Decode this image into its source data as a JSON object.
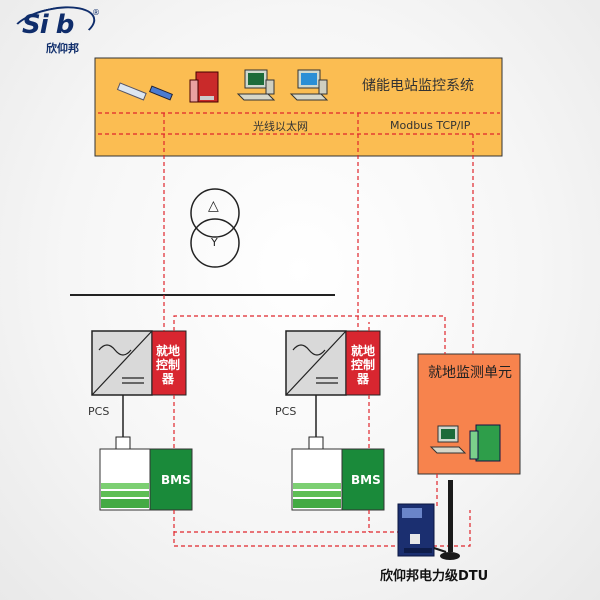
{
  "logo": {
    "brand": "Si  b",
    "sub": "欣仰邦",
    "reg": "®"
  },
  "system": {
    "title": "储能电站监控系统",
    "fiber_label": "光线以太网",
    "modbus_label": "Modbus TCP/IP"
  },
  "transformer": {
    "top_symbol": "△",
    "bottom_symbol": "Y"
  },
  "units": [
    {
      "pcs_label": "PCS",
      "controller_label": "就地控制器",
      "bms_label": "BMS"
    },
    {
      "pcs_label": "PCS",
      "controller_label": "就地控制器",
      "bms_label": "BMS"
    }
  ],
  "monitor": {
    "label": "就地监测单元"
  },
  "dtu": {
    "label": "欣仰邦电力级DTU"
  },
  "colors": {
    "system_box": "#fbbd52",
    "monitor_box": "#f7834d",
    "controller": "#d82630",
    "bms_green": "#1a8a3a",
    "dashed_line": "#e0262c"
  }
}
